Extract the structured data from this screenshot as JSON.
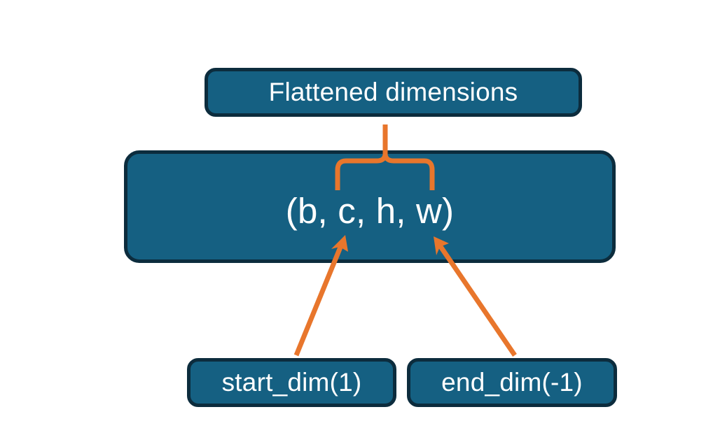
{
  "diagram": {
    "title": "Flatten dimensions diagram",
    "background_color": "#ffffff",
    "box_fill_color": "#156082",
    "box_border_color": "#0c2c3d",
    "annotation_color": "#e8762c",
    "text_color": "#ffffff",
    "nodes": [
      {
        "id": "flattened",
        "label": "Flattened dimensions"
      },
      {
        "id": "shape",
        "label": "(b, c, h, w)"
      },
      {
        "id": "start",
        "label": "start_dim(1)"
      },
      {
        "id": "end",
        "label": "end_dim(-1)"
      }
    ],
    "annotations": [
      {
        "id": "brace",
        "name": "curly-brace-over-c-h-w",
        "from": "flattened",
        "to": "shape"
      },
      {
        "id": "arrow-start",
        "name": "arrow-start-dim-to-c",
        "from": "start",
        "to": "shape"
      },
      {
        "id": "arrow-end",
        "name": "arrow-end-dim-to-w",
        "from": "end",
        "to": "shape"
      }
    ]
  }
}
